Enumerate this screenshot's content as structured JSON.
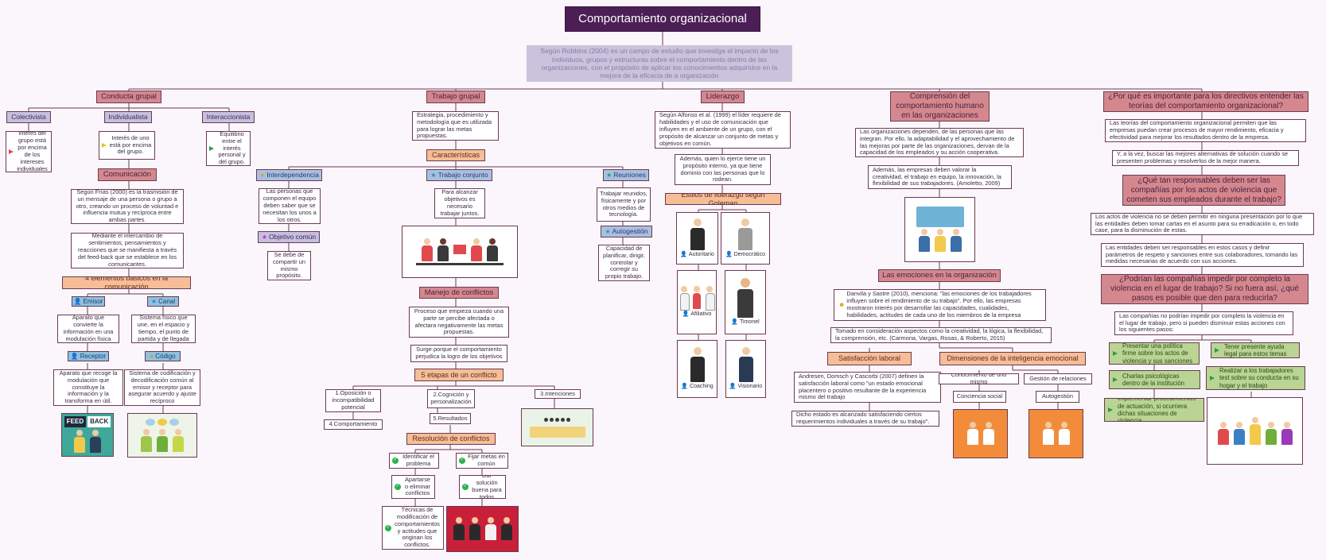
{
  "root": {
    "title": "Comportamiento organizacional"
  },
  "intro": "Según Robbins (2004) es un campo de estudio que investiga el impacto de los individuos, grupos y estructuras sobre el comportamiento dentro de las organizaciones, con el propósito de aplicar los conocimientos adquiridos en la mejora de la eficacia de a organización",
  "conducta": {
    "title": "Conducta grupal",
    "colectivista": {
      "label": "Colectivista",
      "text": "Interés del grupo está por encima de los intereses individuales"
    },
    "individualista": {
      "label": "Individualista",
      "text": "Interés de uno está por encima del grupo."
    },
    "interaccionista": {
      "label": "Interaccionista",
      "text": "Equilibrio entre el interés personal y del grupo."
    },
    "comunicacion": {
      "title": "Comunicación",
      "text1": "Según Frías (2000) es la trasmisión de un mensaje de una persona o grupo a otro, creando un proceso de voluntad e influencia mutua y recíproca entre ambas partes.",
      "text2": "Mediante el intercambio de sentimientos, pensamientos y reacciones que se manifiesta a través del feed-back que se establece en los comunicantes.",
      "elementos": "4 elementos básicos en la comunicación",
      "emisor": {
        "label": "Emisor",
        "text": "Aparato que convierte la información en una modulación física"
      },
      "canal": {
        "label": "Canal",
        "text": "Sistema físico que une, en el espacio y tiempo, el punto de partida y de llegada"
      },
      "receptor": {
        "label": "Receptor",
        "text": "Aparato que recoge la modulación que constituye la información y la transforma en útil."
      },
      "codigo": {
        "label": "Código",
        "text": "Sistema de codificación y decodificación común al emisor y receptor para asegurar acuerdo y ajuste recíproco"
      },
      "feedback_img": {
        "w1": "FEED",
        "w2": "BACK"
      }
    }
  },
  "trabajo": {
    "title": "Trabajo grupal",
    "text": "Estrategia, procedimiento y metodología que es utilizada para lograr las metas propuestas.",
    "caracteristicas": "Características",
    "interdependencia": {
      "label": "Interdependencia",
      "text": "Las personas que componen el equipo deben saber que se necesitan los unos a los otros."
    },
    "objetivo": {
      "label": "Objetivo común",
      "text": "Se debe de compartir un mismo propósito."
    },
    "conjunto": {
      "label": "Trabajo conjunto",
      "text": "Para alcanzar objetivos es necesario trabajar juntos."
    },
    "reuniones": {
      "label": "Reuniones",
      "text": "Trabajar reunidos, físicamente y por otros medios de tecnología."
    },
    "autogestion": {
      "label": "Autogestión",
      "text": "Capacidad de planificar, dirigir, controlar y corregir su propio trabajo."
    },
    "manejo": {
      "title": "Manejo de conflictos",
      "text1": "Proceso que empieza cuando una parte se percibe afectada o afectara negativamente las metas propuestas.",
      "text2": "Surge porque el comportamiento perjudica la logro de los objetivos"
    },
    "etapas": {
      "title": "5 etapas de un conflicto",
      "e1": "1.Oposición o incompatibilidad potencial",
      "e2": "2.Cognición y personalización",
      "e3": "3.Intenciones",
      "e4": "4.Comportamiento",
      "e5": "5.Resultados"
    },
    "resolucion": {
      "title": "Resolución de conflictos",
      "r1": "Identificar el problema",
      "r2": "Fijar metas en común",
      "r3": "Apartarse o eliminar conflictos",
      "r4": "Dar solución buena para todos",
      "r5": "Técnicas de modificación de comportamientos y actitudes que originan los conflictos."
    }
  },
  "liderazgo": {
    "title": "Liderazgo",
    "text1": "Según Alfonso et al. (1999) el líder requiere de habilidades y el uso de comunicación que influyen en el ambiente de un grupo, con el propósito de alcanzar un conjunto de metas y objetivos en común.",
    "text2": "Además, quien lo ejerce tiene un propósito interno, ya que tiene dominio con las personas que lo rodean.",
    "estilos": "Estilos de liderazgo según Goleman",
    "s1": "Autoritario",
    "s2": "Democrático",
    "s3": "Afiliativo",
    "s4": "Timonel",
    "s5": "Coaching",
    "s6": "Visionario"
  },
  "comprension": {
    "title": "Comprensión del comportamiento humano en las organizaciones",
    "text1": "Las organizaciones dependen, de las personas que las integran. Por ello, la adaptabilidad y el aprovechamiento de las mejoras por parte de las organizaciones, dervan de la capacidad de los empleados y su acción cooperativa.",
    "text2": "Además, las empresas deben valorar la creatividad, el trabajo en equipo, la innovación, la flexibilidad de sus trabajadores. (Amoletto, 2009)",
    "emociones": {
      "title": "Las emociones en la organización",
      "text1": "Danvila y Sastre (2010), menciona: \"las emociones de los trabajadores influyen sobre el rendimiento de su trabajo\". Por ello, las empresas mostraron interés por desarrollar las capacidades, cualidades, habilidades, actitudes de cada uno de los miembros de la empresa",
      "text2": "Tomado en consideración aspectos como la creatividad, la lógica, la flexibilidad, la comprensión, etc. (Carmona, Vargas, Rosas, & Roberto, 2015)"
    },
    "satisfaccion": {
      "title": "Satisfacción laboral",
      "text1": "Andresen, Domsch y Cascorbi (2007) definen la satisfacción laboral como \"un estado emocional placentero o positivo resultante de la experiencia mismo del trabajo",
      "text2": "Dicho estado es alcanzado satisfaciendo ciertos requerimientos individuales a través de su trabajo\"."
    },
    "inteligencia": {
      "title": "Dimensiones de la inteligencia emocional",
      "d1": "Conocimiento de uno mismo",
      "d2": "Gestión de relaciones",
      "d3": "Conciencia social",
      "d4": "Autogestión"
    }
  },
  "porque": {
    "title": "¿Por qué es importante para los directivos entender las teorías del comportamiento organizacional?",
    "text1": "Las teorías del comportamiento organizacional permiten que las empresas puedan crear procesos de mayor rendimiento, eficacia y efectividad para mejorar los resultados dentro de la empresa.",
    "text2": "Y, a la vez, buscar las mejores alternativas de solución cuando se presenten problemas y resolverlos de la mejor manera.",
    "q2": "¿Qué tan responsables deben ser las compañías por los actos de violencia que cometen sus empleados durante el trabajo?",
    "q2t1": "Los actos de violencia no se deben permitir en ninguna presentación por lo que las entidades deben tomar cartas en el asunto para su erradicación o, en todo case, para la disminución de estas.",
    "q2t2": "Las entidades deben ser responsables en estos casos y definir parámetros de respeto y sanciones entre sus colaboradores, tomando las medidas necesarias de acuerdo con sus acciones.",
    "q3": "¿Podrían las compañías impedir por completo la violencia en el lugar de trabajo? Si no fuera así, ¿qué pasos es posible que den para reducirla?",
    "q3t1": "Las compañías no podrían impedir por completo la violencia en el lugar de trabajo, pero si pueden disminuir estas acciones con los siguientes pasos:",
    "p1": "Presentar una política firme sobre los actos de violencia y sus sanciones",
    "p2": "Tener presente ayuda legal para estos temas",
    "p3": "Charlas psicológicas dentro de la institución",
    "p4": "Realizar a los trabajadores test sobre su conducta en su hogar y el trabajo",
    "p5": "Implementar procedimientos de actuación, si ocurriera dichas situaciones de violencia."
  }
}
